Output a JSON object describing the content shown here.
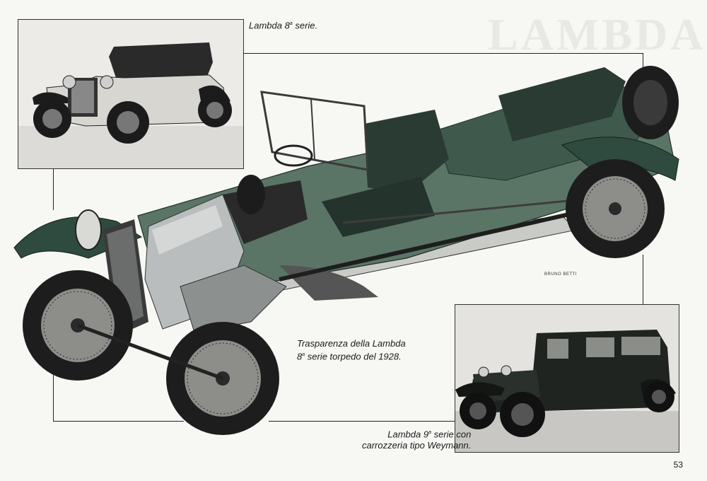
{
  "captions": {
    "top": {
      "model": "Lambda 8",
      "ordinal": "a",
      "rest": " serie."
    },
    "center": {
      "line1": "Trasparenza della Lambda",
      "line2_ordinal_base": "8",
      "line2_ordinal": "a",
      "line2_rest": " serie torpedo del 1928."
    },
    "bottom": {
      "line1_base": "Lambda 9",
      "line1_ordinal": "a",
      "line1_rest": " serie con",
      "line2": "carrozzeria tipo Weymann."
    }
  },
  "page_number": "53",
  "colors": {
    "body_green": "#5a7566",
    "dark_green": "#2f4a3e",
    "tyre": "#222222",
    "engine_grey": "#b9bdbd"
  }
}
